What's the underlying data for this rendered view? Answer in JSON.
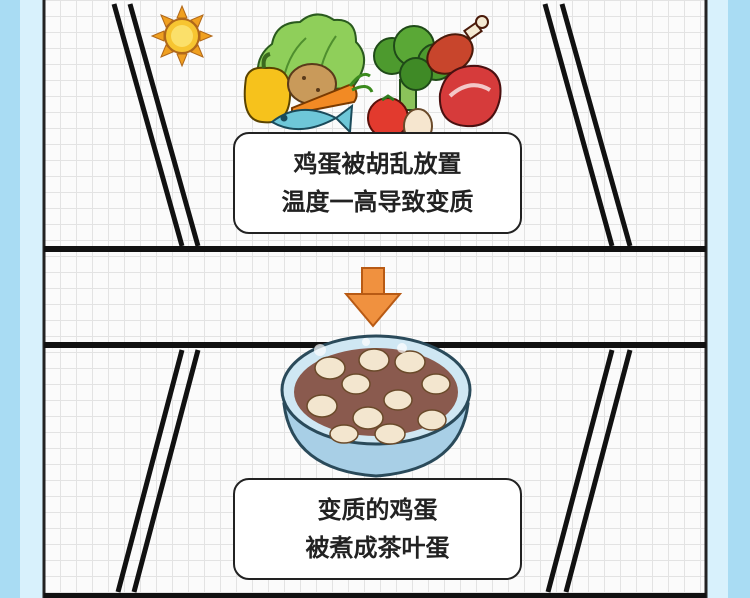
{
  "panel_top": {
    "illustration": "vegetables-meat-fish-eggs-under-sun",
    "caption_lines": [
      "鸡蛋被胡乱放置",
      "温度一高导致变质"
    ]
  },
  "arrow": {
    "direction": "down",
    "color": "#f0913f"
  },
  "panel_bottom": {
    "illustration": "bowl-of-tea-eggs",
    "caption_lines": [
      "变质的鸡蛋",
      "被煮成茶叶蛋"
    ]
  },
  "colors": {
    "background": "#a9dcf3",
    "frame": "#d8f1fc",
    "grid_paper": "#fbfbfb",
    "ink": "#222222",
    "sun": "#f7c531"
  }
}
